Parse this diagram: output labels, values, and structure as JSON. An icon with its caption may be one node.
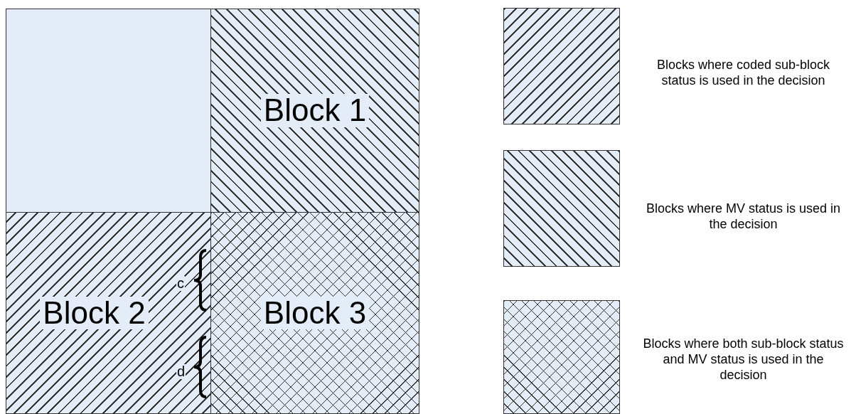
{
  "diagram": {
    "nodes": [
      {
        "text": [],
        "shape": "box"
      },
      {
        "text": [
          "Block 1"
        ]
      },
      {
        "text": [
          "Block 2"
        ]
      },
      {
        "text": [
          "Block 3"
        ]
      }
    ],
    "labels": [
      "c",
      "d"
    ],
    "legend": [
      {
        "text": "Blocks where coded sub-block status is used in the decision"
      },
      {
        "text": "Blocks where MV status is used in the decision"
      },
      {
        "text": "Blocks where both sub-block status and MV status is used in the decision"
      }
    ]
  }
}
